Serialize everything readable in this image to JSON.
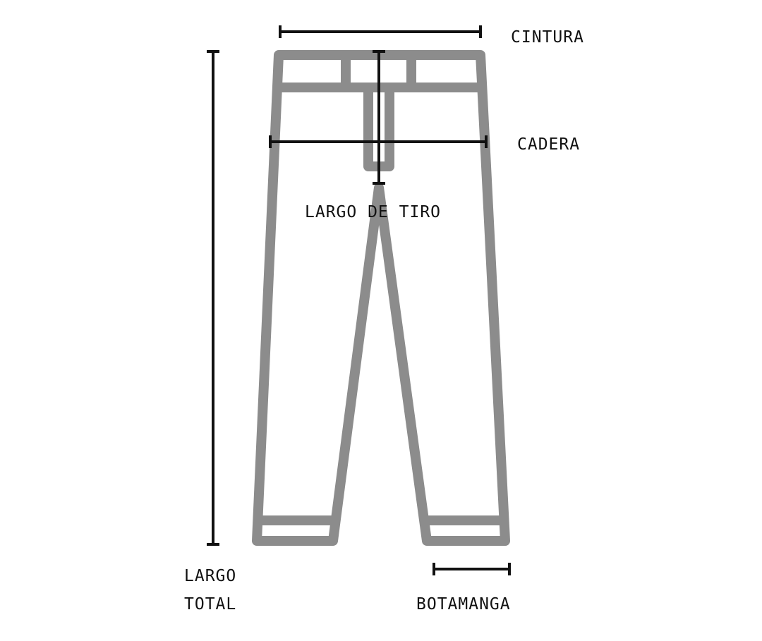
{
  "labels": {
    "cintura": "CINTURA",
    "cadera": "CADERA",
    "largo_tiro": "LARGO DE TIRO",
    "largo_total_1": "LARGO",
    "largo_total_2": "TOTAL",
    "botamanga": "BOTAMANGA"
  },
  "colors": {
    "garment": "#8c8c8c",
    "measure": "#111111"
  }
}
